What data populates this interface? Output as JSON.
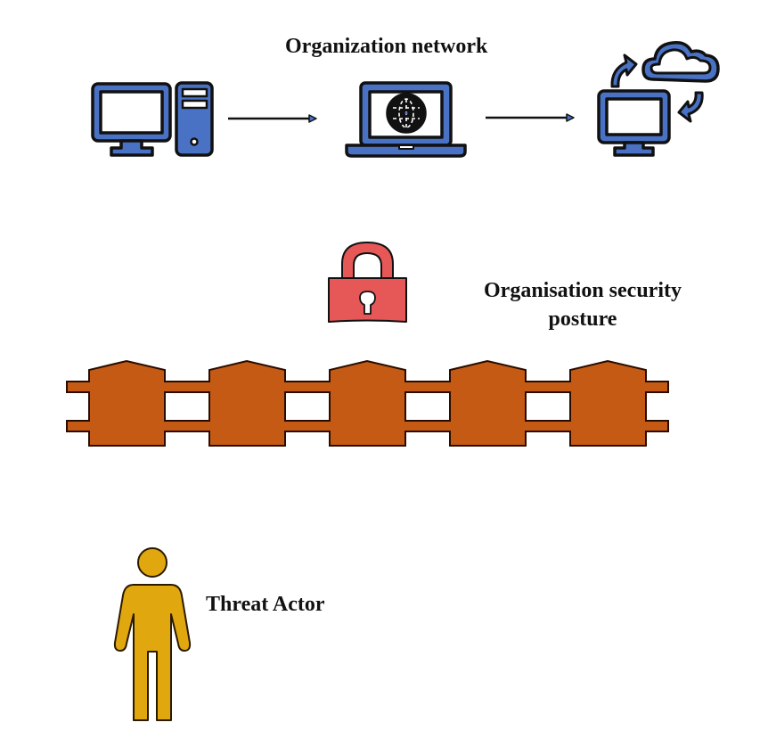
{
  "labels": {
    "network": "Organization network",
    "posture_line1": "Organisation security",
    "posture_line2": "posture",
    "threat_actor": "Threat Actor"
  },
  "icons": {
    "desktop": "desktop-computer-icon",
    "laptop": "laptop-globe-icon",
    "cloud_sync": "cloud-sync-icon",
    "lock": "padlock-icon",
    "fence": "fence-icon",
    "person": "person-icon"
  },
  "colors": {
    "device_blue": "#4A72C4",
    "outline": "#111111",
    "lock_red": "#E65757",
    "fence_orange": "#C45A14",
    "person_gold": "#E0A70F"
  }
}
